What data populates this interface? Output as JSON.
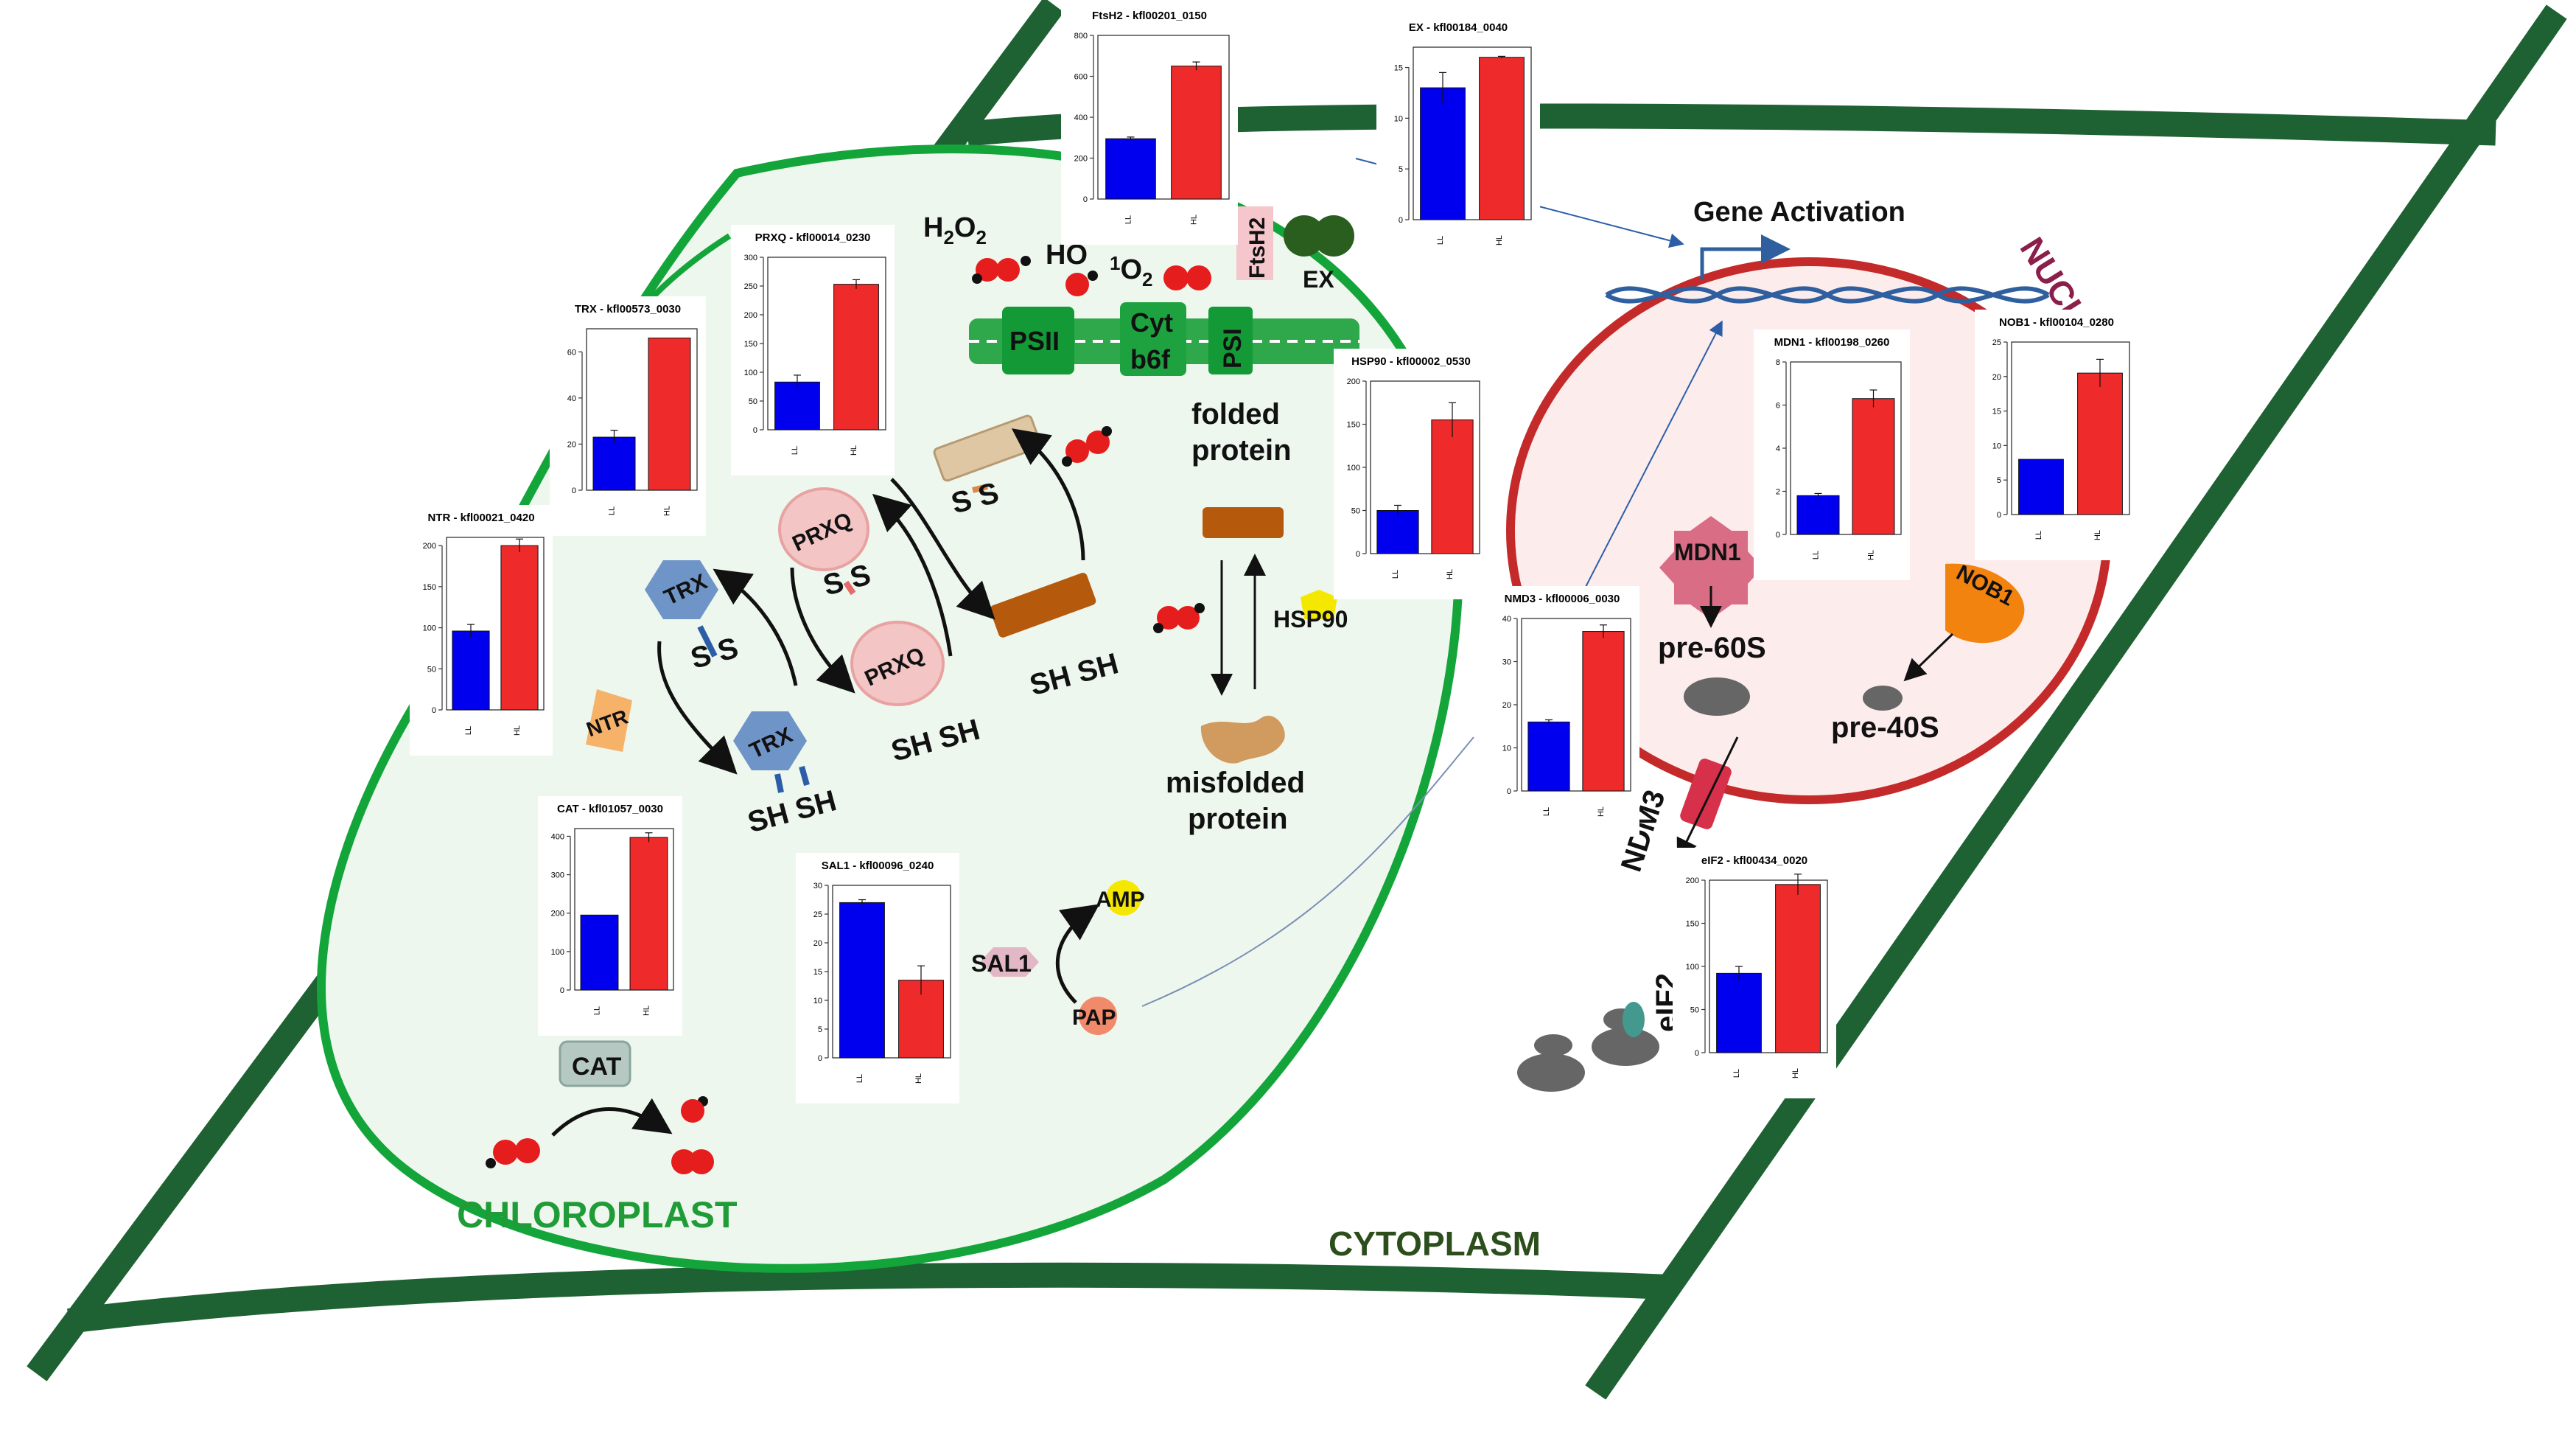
{
  "colors": {
    "cell_wall": "#1e6132",
    "chloroplast_border": "#13a53a",
    "chloroplast_fill": "#eef7ee",
    "nucleus_border": "#c42a2a",
    "nucleus_fill": "#fdecec",
    "low_light_bar": "#0000ee",
    "high_light_bar": "#ee2a2a",
    "trx": "#6f95c8",
    "prxq": "#f4c5c5",
    "ntr": "#f7b26a",
    "cat": "#b5c9c2",
    "hsp90": "#f5e800",
    "folded_protein": "#b5590c",
    "misfolded_protein": "#d19a5e",
    "dna": "#2f5f9e",
    "arrow_ge": "#2c5ea8",
    "mdn1": "#d96d86",
    "nob1": "#f2830f",
    "ndm3": "#d6304a",
    "ribosome": "#666666",
    "eif2_factor": "#43998e"
  },
  "labels": {
    "chloroplast": "CHLOROPLAST",
    "cytoplasm": "CYTOPLASM",
    "nucleus": "NUCLEUS",
    "gene_activation": "Gene Activation",
    "h2o2": "H2O2",
    "ho": "HO",
    "singlet_o2": "1O2",
    "psii": "PSII",
    "cyt_b6f_1": "Cyt",
    "cyt_b6f_2": "b6f",
    "psi": "PSI",
    "ftsh2": "FtsH2",
    "ex": "EX",
    "folded_protein_1": "folded",
    "folded_protein_2": "protein",
    "misfolded_protein_1": "misfolded",
    "misfolded_protein_2": "protein",
    "hsp90": "HSP90",
    "trx": "TRX",
    "prxq": "PRXQ",
    "ntr": "NTR",
    "cat": "CAT",
    "sal1": "SAL1",
    "amp": "AMP",
    "pap": "PAP",
    "ss": "S S",
    "sh_sh": "SH SH",
    "mdn1": "MDN1",
    "pre60s": "pre-60S",
    "nob1": "NOB1",
    "pre40s": "pre-40S",
    "ndm3": "NDM3",
    "eif2": "eIF2"
  },
  "chart_data": [
    {
      "id": "ftsh2",
      "type": "bar",
      "title": "FtsH2 - kfl00201_0150",
      "categories": [
        "LL",
        "HL"
      ],
      "values": [
        295,
        650
      ],
      "errors": [
        8,
        20
      ],
      "ylim": [
        0,
        800
      ],
      "yticks": [
        0,
        200,
        400,
        600,
        800
      ]
    },
    {
      "id": "ex",
      "type": "bar",
      "title": "EX - kfl00184_0040",
      "categories": [
        "LL",
        "HL"
      ],
      "values": [
        13,
        16
      ],
      "errors": [
        1.5,
        0.1
      ],
      "ylim": [
        0,
        17
      ],
      "yticks": [
        0,
        5,
        10,
        15
      ]
    },
    {
      "id": "prxq",
      "type": "bar",
      "title": "PRXQ - kfl00014_0230",
      "categories": [
        "LL",
        "HL"
      ],
      "values": [
        83,
        253
      ],
      "errors": [
        12,
        8
      ],
      "ylim": [
        0,
        300
      ],
      "yticks": [
        0,
        50,
        100,
        150,
        200,
        250,
        300
      ]
    },
    {
      "id": "trx",
      "type": "bar",
      "title": "TRX - kfl00573_0030",
      "categories": [
        "LL",
        "HL"
      ],
      "values": [
        23,
        66
      ],
      "errors": [
        3,
        0
      ],
      "ylim": [
        0,
        70
      ],
      "yticks": [
        0,
        20,
        40,
        60
      ]
    },
    {
      "id": "ntr",
      "type": "bar",
      "title": "NTR - kfl00021_0420",
      "categories": [
        "LL",
        "HL"
      ],
      "values": [
        96,
        200
      ],
      "errors": [
        8,
        8
      ],
      "ylim": [
        0,
        210
      ],
      "yticks": [
        0,
        50,
        100,
        150,
        200
      ]
    },
    {
      "id": "cat",
      "type": "bar",
      "title": "CAT - kfl01057_0030",
      "categories": [
        "LL",
        "HL"
      ],
      "values": [
        195,
        397
      ],
      "errors": [
        0,
        12
      ],
      "ylim": [
        0,
        420
      ],
      "yticks": [
        0,
        100,
        200,
        300,
        400
      ]
    },
    {
      "id": "sal1",
      "type": "bar",
      "title": "SAL1 - kfl00096_0240",
      "categories": [
        "LL",
        "HL"
      ],
      "values": [
        27,
        13.5
      ],
      "errors": [
        0.5,
        2.5
      ],
      "ylim": [
        0,
        30
      ],
      "yticks": [
        0,
        5,
        10,
        15,
        20,
        25,
        30
      ]
    },
    {
      "id": "hsp90",
      "type": "bar",
      "title": "HSP90 - kfl00002_0530",
      "categories": [
        "LL",
        "HL"
      ],
      "values": [
        50,
        155
      ],
      "errors": [
        6,
        20
      ],
      "ylim": [
        0,
        200
      ],
      "yticks": [
        0,
        50,
        100,
        150,
        200
      ]
    },
    {
      "id": "nmd3",
      "type": "bar",
      "title": "NMD3 - kfl00006_0030",
      "categories": [
        "LL",
        "HL"
      ],
      "values": [
        16,
        37
      ],
      "errors": [
        0.5,
        1.5
      ],
      "ylim": [
        0,
        40
      ],
      "yticks": [
        0,
        10,
        20,
        30,
        40
      ]
    },
    {
      "id": "mdn1",
      "type": "bar",
      "title": "MDN1 - kfl00198_0260",
      "categories": [
        "LL",
        "HL"
      ],
      "values": [
        1.8,
        6.3
      ],
      "errors": [
        0.1,
        0.4
      ],
      "ylim": [
        0,
        8
      ],
      "yticks": [
        0,
        2,
        4,
        6,
        8
      ]
    },
    {
      "id": "nob1",
      "type": "bar",
      "title": "NOB1 - kfl00104_0280",
      "categories": [
        "LL",
        "HL"
      ],
      "values": [
        8,
        20.5
      ],
      "errors": [
        0,
        2
      ],
      "ylim": [
        0,
        25
      ],
      "yticks": [
        0,
        5,
        10,
        15,
        20,
        25
      ]
    },
    {
      "id": "eif2",
      "type": "bar",
      "title": "eIF2 - kfl00434_0020",
      "categories": [
        "LL",
        "HL"
      ],
      "values": [
        92,
        195
      ],
      "errors": [
        8,
        12
      ],
      "ylim": [
        0,
        200
      ],
      "yticks": [
        0,
        50,
        100,
        150,
        200
      ]
    }
  ]
}
